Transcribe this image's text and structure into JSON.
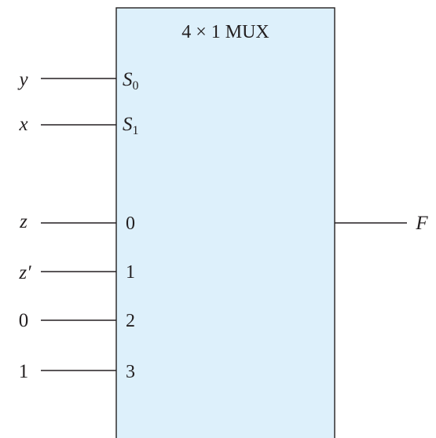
{
  "mux": {
    "title": "4 × 1 MUX"
  },
  "selects": [
    {
      "signal": "y",
      "pin_base": "S",
      "pin_sub": "0"
    },
    {
      "signal": "x",
      "pin_base": "S",
      "pin_sub": "1"
    }
  ],
  "data_inputs": [
    {
      "signal": "z",
      "italic": true,
      "pin": "0"
    },
    {
      "signal": "z′",
      "italic": true,
      "pin": "1"
    },
    {
      "signal": "0",
      "italic": false,
      "pin": "2"
    },
    {
      "signal": "1",
      "italic": false,
      "pin": "3"
    }
  ],
  "output": {
    "signal": "F"
  },
  "colors": {
    "box_fill": "#ddf0fb",
    "ink": "#231f20"
  }
}
